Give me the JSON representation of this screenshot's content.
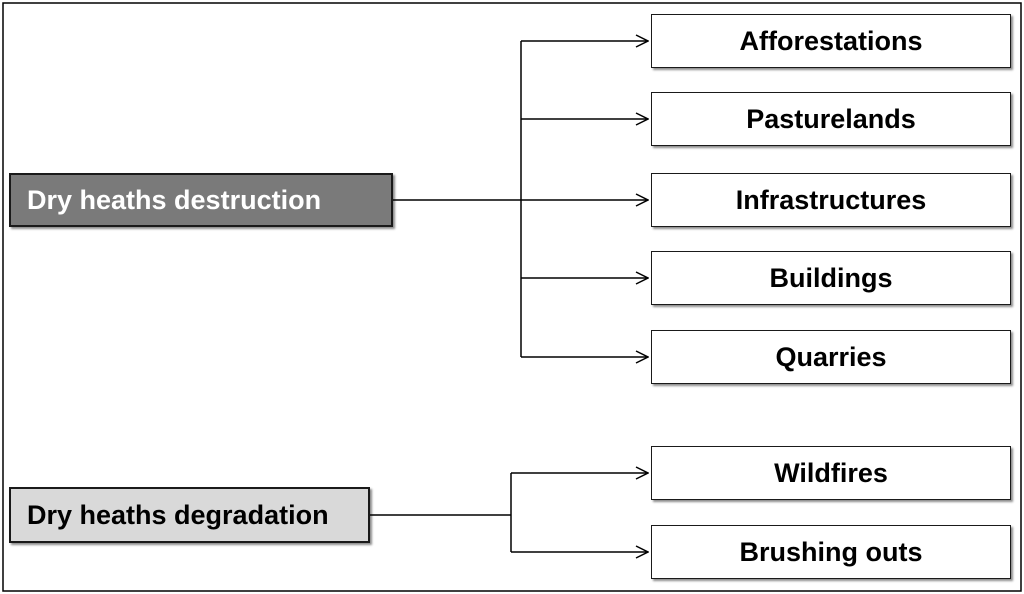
{
  "diagram": {
    "destruction": {
      "label": "Dry heaths destruction",
      "causes": [
        "Afforestations",
        "Pasturelands",
        "Infrastructures",
        "Buildings",
        "Quarries"
      ]
    },
    "degradation": {
      "label": "Dry heaths degradation",
      "causes": [
        "Wildfires",
        "Brushing outs"
      ]
    }
  }
}
